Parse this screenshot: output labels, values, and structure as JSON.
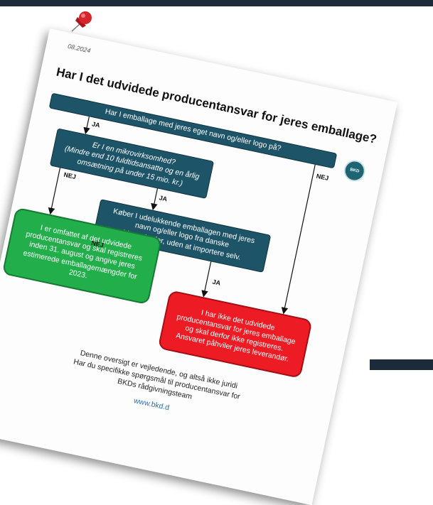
{
  "document": {
    "date": "08.2024",
    "title": "Har I det udvidede producentansvar for jeres emballage?",
    "logo_text": "BKD",
    "nodes": {
      "q1": "Har I emballage med jeres eget navn og/eller logo på?",
      "q2": "Er I en mikrovirksomhed?\n(Mindre end 10 fuldtidsansatte og en årlig\nomsætning på under 15 mio. kr.)",
      "q3": "Køber I udelukkende emballagen med jeres\nnavn og/eller logo fra danske\nvirksomheder, uden at importere selv.",
      "green": "I er omfattet af det udvidede\nproducentansvar og skal registreres\ninden 31. august og angive jeres\nestimerede emballagemængder for\n2023.",
      "red": "I har ikke det udvidede\nproducentansvar for jeres emballage\nog skal derfor ikke registreres.\nAnsvaret påhviler jeres leverandør."
    },
    "edges": {
      "q1_ja": "JA",
      "q1_nej": "NEJ",
      "q2_ja": "JA",
      "q2_nej": "NEJ",
      "q3_ja": "JA",
      "q3_nej": "NEJ"
    },
    "footer": {
      "line1": "Denne oversigt er vejledende, og altså ikke juridi",
      "line2": "Har du specifikke spørgsmål til producentansvar for",
      "line3": "BKDs rådgivningsteam",
      "website": "www.bkd.d"
    }
  },
  "colors": {
    "question_box": "#1e5468",
    "yes_box": "#22ae4b",
    "no_box": "#ed1c24",
    "frame": "#1c2b3a",
    "pin": "#d6262b"
  }
}
